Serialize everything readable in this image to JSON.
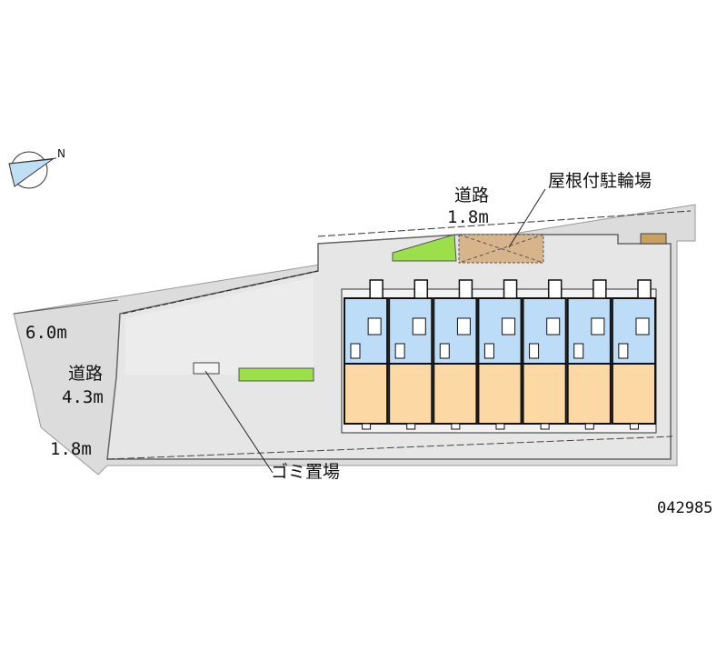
{
  "compass": {
    "north_label": "N"
  },
  "labels": {
    "road_top_name": "道路",
    "road_top_width": "1.8m",
    "bike_parking": "屋根付駐輪場",
    "road_left_outer_width": "6.0m",
    "road_left_name": "道路",
    "road_left_width": "4.3m",
    "road_bottom_width": "1.8m",
    "garbage_area": "ゴミ置場",
    "property_id": "042985"
  },
  "building": {
    "unit_count": 7
  },
  "colors": {
    "road": "#dcdcdc",
    "lot": "#e8e8e8",
    "greenery": "#9be04a",
    "bike_parking": "#d8b48c",
    "unit_wet_area": "#bcdcf8",
    "unit_room": "#fcd8a4"
  }
}
